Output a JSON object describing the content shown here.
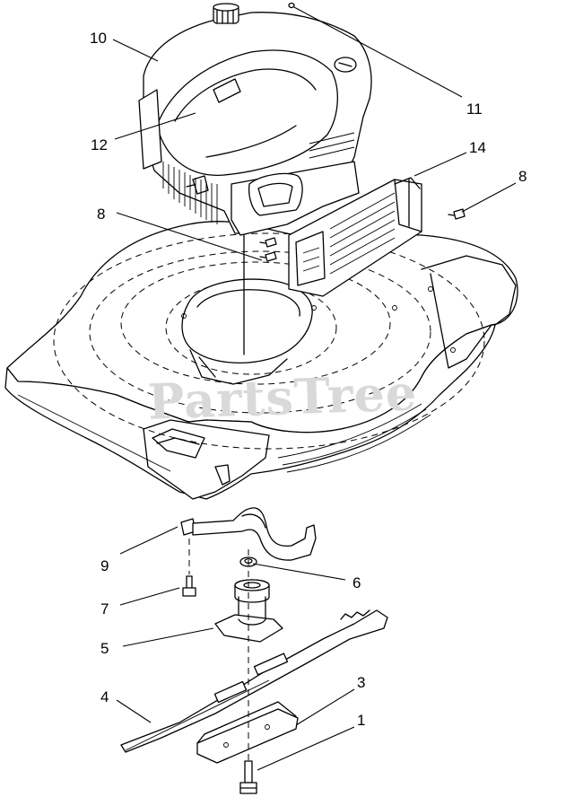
{
  "watermark": "PartsTree",
  "callouts": [
    {
      "id": "c10",
      "label": "10"
    },
    {
      "id": "c11",
      "label": "11"
    },
    {
      "id": "c12",
      "label": "12"
    },
    {
      "id": "c14",
      "label": "14"
    },
    {
      "id": "c8a",
      "label": "8"
    },
    {
      "id": "c8b",
      "label": "8"
    },
    {
      "id": "c9",
      "label": "9"
    },
    {
      "id": "c6",
      "label": "6"
    },
    {
      "id": "c7",
      "label": "7"
    },
    {
      "id": "c5",
      "label": "5"
    },
    {
      "id": "c3",
      "label": "3"
    },
    {
      "id": "c4",
      "label": "4"
    },
    {
      "id": "c1",
      "label": "1"
    }
  ]
}
